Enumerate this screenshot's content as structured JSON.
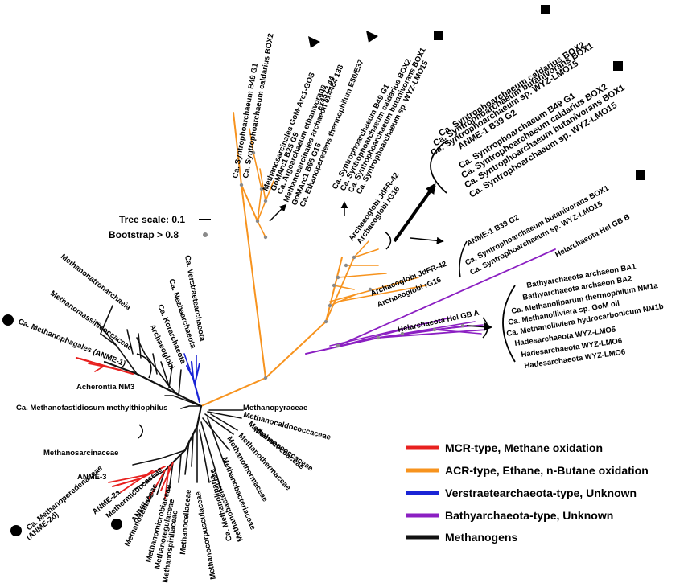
{
  "scale": {
    "tree_scale_label": "Tree scale: 0.1",
    "bootstrap_label": "Bootstrap > 0.8"
  },
  "colors": {
    "mcr": "#e8211f",
    "acr": "#f7931e",
    "verstraete": "#1a24d6",
    "bathy": "#8b1fc2",
    "methanogen": "#111111",
    "bootstrap": "#8a8a8a"
  },
  "legend": [
    {
      "label": "MCR-type, Methane oxidation",
      "color": "#e8211f"
    },
    {
      "label": "ACR-type, Ethane, n-Butane oxidation",
      "color": "#f7931e"
    },
    {
      "label": "Verstraetearchaeota-type, Unknown",
      "color": "#1a24d6"
    },
    {
      "label": "Bathyarchaeota-type, Unknown",
      "color": "#8b1fc2"
    },
    {
      "label": "Methanogens",
      "color": "#111111"
    }
  ],
  "orange_top": [
    "Ca. Syntrophoarchaeum B49 G1",
    "Ca. Syntrophoarchaeum caldarius BOX2",
    "Methanosarcinales GoM-Arc1-GOS",
    "GoMArc1 B25 G9",
    "Ca. Argoarchaeum ethanivorans",
    "Methanosarcinales archaeon ex4484 138",
    "ex4572 44",
    "GoMArc1 B65 G16",
    "Ca. Ethanoperedens thermophilum E50/E37",
    "Ca. Syntrophoarchaeum B49 G1",
    "Ca. Syntrophoarchaeum caldarius BOX2",
    "Ca. Syntrophoarchaeum butanivorans BOX1",
    "Ca. Syntrophoarchaeum sp. WYZ-LMO15"
  ],
  "orange_mid": [
    "Archaeoglobi JdFR-42",
    "Archaeoglobi rG16"
  ],
  "right_group_1": [
    "Ca. Syntrophoarchaeum caldarius BOX2",
    "Ca. Syntrophoarchaeum butanivorans BOX1",
    "Ca. Syntrophoarchaeum sp. WYZ-LMO15",
    "ANME-1 B39 G2",
    "Ca. Syntrophoarchaeum B49 G1",
    "Ca. Syntrophoarchaeum caldarius BOX2",
    "Ca. Syntrophoarchaeum butanivorans BOX1",
    "Ca. Syntrophoarchaeum sp. WYZ-LMO15"
  ],
  "right_group_2": [
    "ANME-1 B39 G2",
    "Ca. Syntrophoarchaeum butanivorans BOX1",
    "Ca. Syntrophoarchaeum sp. WYZ-LMO15"
  ],
  "helarchaeota_b": "Helarchaeota Hel GB B",
  "archaeoglobi_lower": [
    "Archaeoglobi JdFR-42",
    "Archaeoglobi rG16"
  ],
  "helarchaeota_a": "Helarchaeota Hel GB A",
  "bathy_group": [
    "Bathyarchaeota archaeon BA1",
    "Bathyarchaeota archaeon BA2",
    "Ca. Methanoliparum thermophilum NM1a",
    "Ca. Methanolliviera sp. GoM oil",
    "Ca. Methanolliviera hydrocarbonicum NM1b",
    "Hadesarchaeota WYZ-LMO5",
    "Hadesarchaeota WYZ-LMO6",
    "Hadesarchaeota WYZ-LMO6"
  ],
  "left_labels": {
    "methanonatronarchaeia": "Methanonatronarchaeia",
    "methanomassiliicoccaceae": "Methanomassiliicoccaceae",
    "methanophagales": "Ca. Methanophagales (ANME-1)",
    "acherontia": "Acherontia NM3",
    "methanofastidiosum": "Ca. Methanofastidiosum methylthiophilus",
    "verstraetearchaeota": "Ca. Verstraetearchaeota",
    "nezhaarchaeota": "Ca. Nezhaarchaeota",
    "korarchaeota": "Ca. Korarchaeota",
    "archaeoglobi": "Archaeoglobi"
  },
  "bottom_left_labels": {
    "methanosarcinaceae": "Methanosarcinaceae",
    "anme3": "ANME-3",
    "methanoperedenaceae": "Ca. Methanoperedenaceae",
    "anme2d": "(ANME-2d)",
    "anme2a": "ANME-2a",
    "methermicoccaceae": "Methermicoccaceae",
    "anme2c": "ANME-2c",
    "methanosaetaceae": "Methanosaetaceae"
  },
  "bottom_fan": [
    "Methanomicrobiaceae",
    "Methanoregulaceae",
    "Methanospirillaceae",
    "Methanocellaceae",
    "Methanocorpusculaceae",
    "Ca. Methanoliparia",
    "Methanobacteriaceae",
    "Methanothermaceae",
    "Methanobacteriaceae",
    "Methanococcaceae",
    "Methanothermaceae",
    "Methanococcaceae",
    "Methanocaldococcaceae",
    "Methanopyraceae"
  ]
}
